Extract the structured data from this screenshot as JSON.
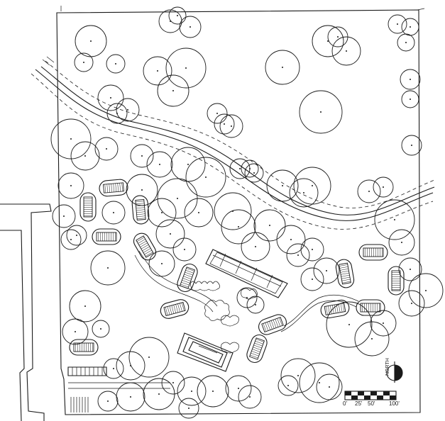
{
  "scale_bar": {
    "labels": [
      "0'",
      "25'",
      "50'",
      "100'"
    ]
  },
  "north_arrow": {
    "label": "NORTH"
  },
  "colors": {
    "ink": "#1a1a1a",
    "paper": "#ffffff"
  },
  "icons": [
    "north-arrow-icon",
    "scale-bar-icon"
  ]
}
